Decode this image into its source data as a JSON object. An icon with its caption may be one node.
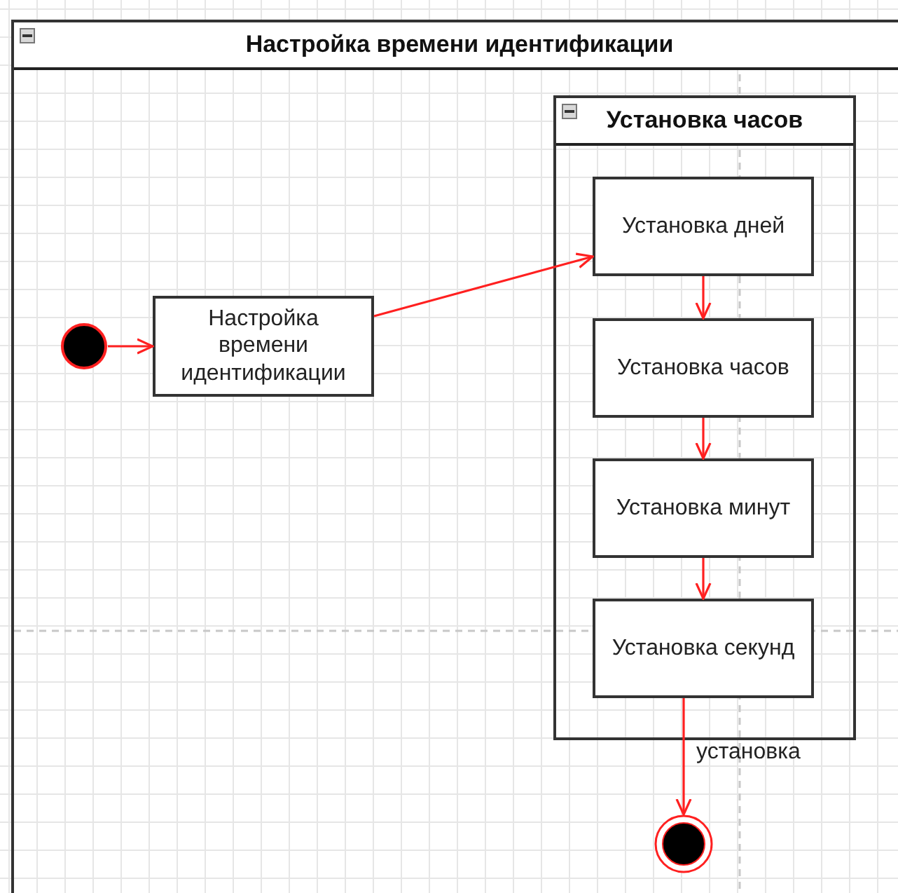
{
  "diagram": {
    "nodes": [
      {
        "text": [
          "Настройка времени идентификации"
        ]
      },
      {
        "text": [],
        "shape": "circle",
        "in": 0
      },
      {
        "text": [
          "Настройка времени идентификации"
        ],
        "in": 0
      },
      {
        "text": [
          "Установка часов"
        ],
        "in": 0
      },
      {
        "text": [
          "Установка дней"
        ],
        "in": 3
      },
      {
        "text": [
          "Установка часов"
        ],
        "in": 3
      },
      {
        "text": [
          "Установка минут"
        ],
        "in": 3
      },
      {
        "text": [
          "Установка секунд"
        ],
        "in": 3
      },
      {
        "text": [],
        "shape": "circle",
        "in": 0
      }
    ],
    "edges": [
      {
        "from": 1,
        "to": 2,
        "arrow": "to"
      },
      {
        "from": 2,
        "to": 4,
        "arrow": "to"
      },
      {
        "from": 4,
        "to": 5,
        "arrow": "to"
      },
      {
        "from": 5,
        "to": 6,
        "arrow": "to"
      },
      {
        "from": 6,
        "to": 7,
        "arrow": "to"
      },
      {
        "from": 7,
        "to": 8,
        "arrow": "to",
        "label": "установка"
      }
    ]
  }
}
